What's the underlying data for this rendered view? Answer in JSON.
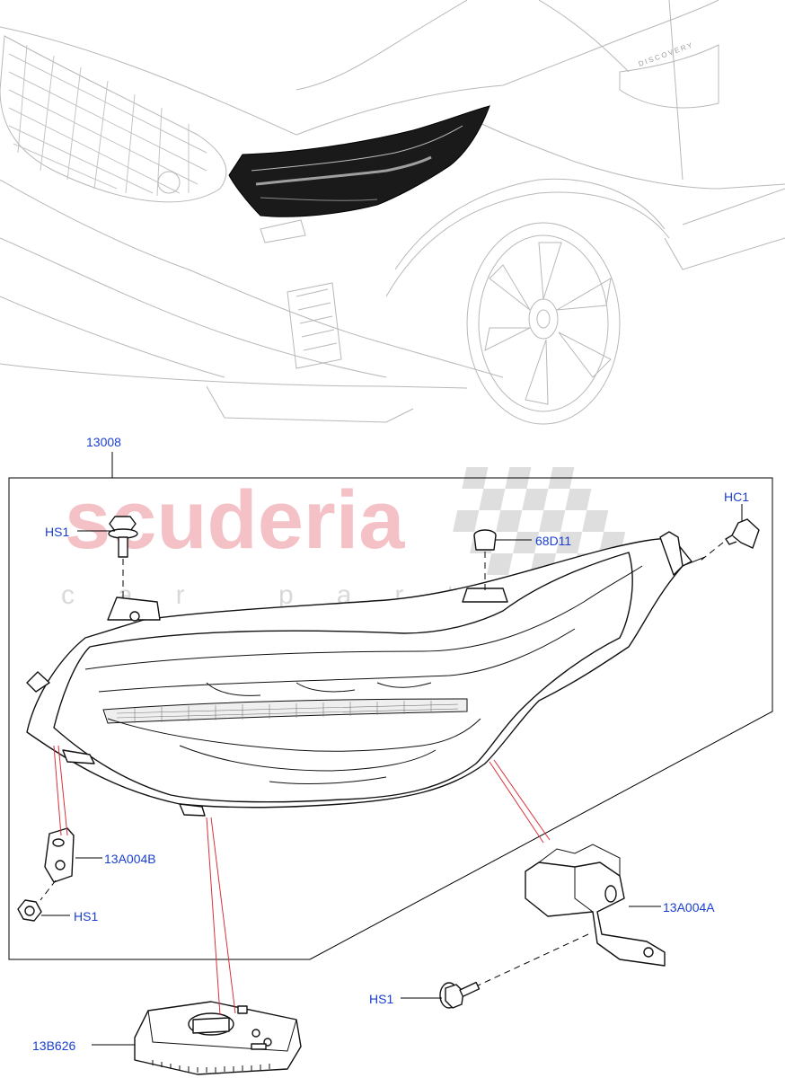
{
  "diagram": {
    "watermark": {
      "main": "scuderia",
      "sub": "car parts"
    },
    "car_badge": "DISCOVERY",
    "callouts": {
      "headlamp": "13008",
      "bolt_top": "HS1",
      "plug": "68D11",
      "clip": "HC1",
      "bracket_left": "13A004B",
      "nut_left": "HS1",
      "bracket_right": "13A004A",
      "bolt_right": "HS1",
      "module": "13B626"
    },
    "colors": {
      "callout_text": "#1a3fd1",
      "watermark_red": "#f4c2c6",
      "leader_red": "#d9303a"
    }
  }
}
